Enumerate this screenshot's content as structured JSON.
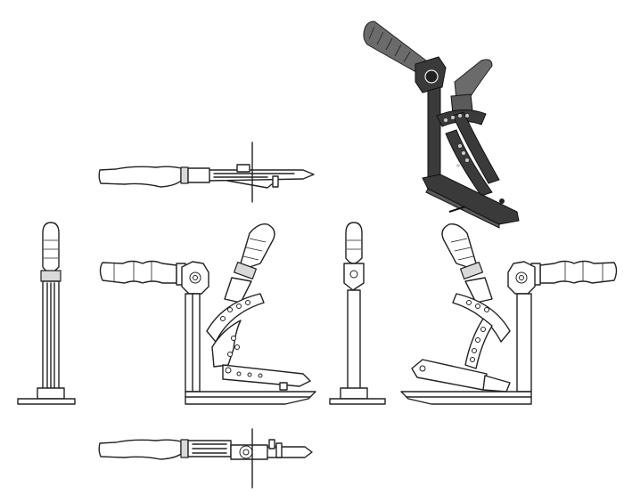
{
  "views": [
    "top",
    "left",
    "front",
    "right-side",
    "rear",
    "bottom",
    "isometric"
  ],
  "colors": {
    "line": "#222222",
    "shade": "#d9d9d9",
    "iso_body": "#3a3a3a"
  }
}
